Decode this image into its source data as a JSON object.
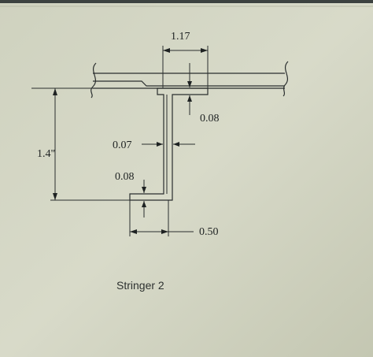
{
  "diagram": {
    "caption": "Stringer 2",
    "dimensions": {
      "top_flange_width": "1.17",
      "top_flange_thickness": "0.08",
      "web_thickness": "0.07",
      "height": "1.4\"",
      "bottom_flange_thickness": "0.08",
      "bottom_flange_width": "0.50"
    },
    "colors": {
      "paper": "#d6d8c6",
      "ink": "#2a2e2e"
    }
  }
}
